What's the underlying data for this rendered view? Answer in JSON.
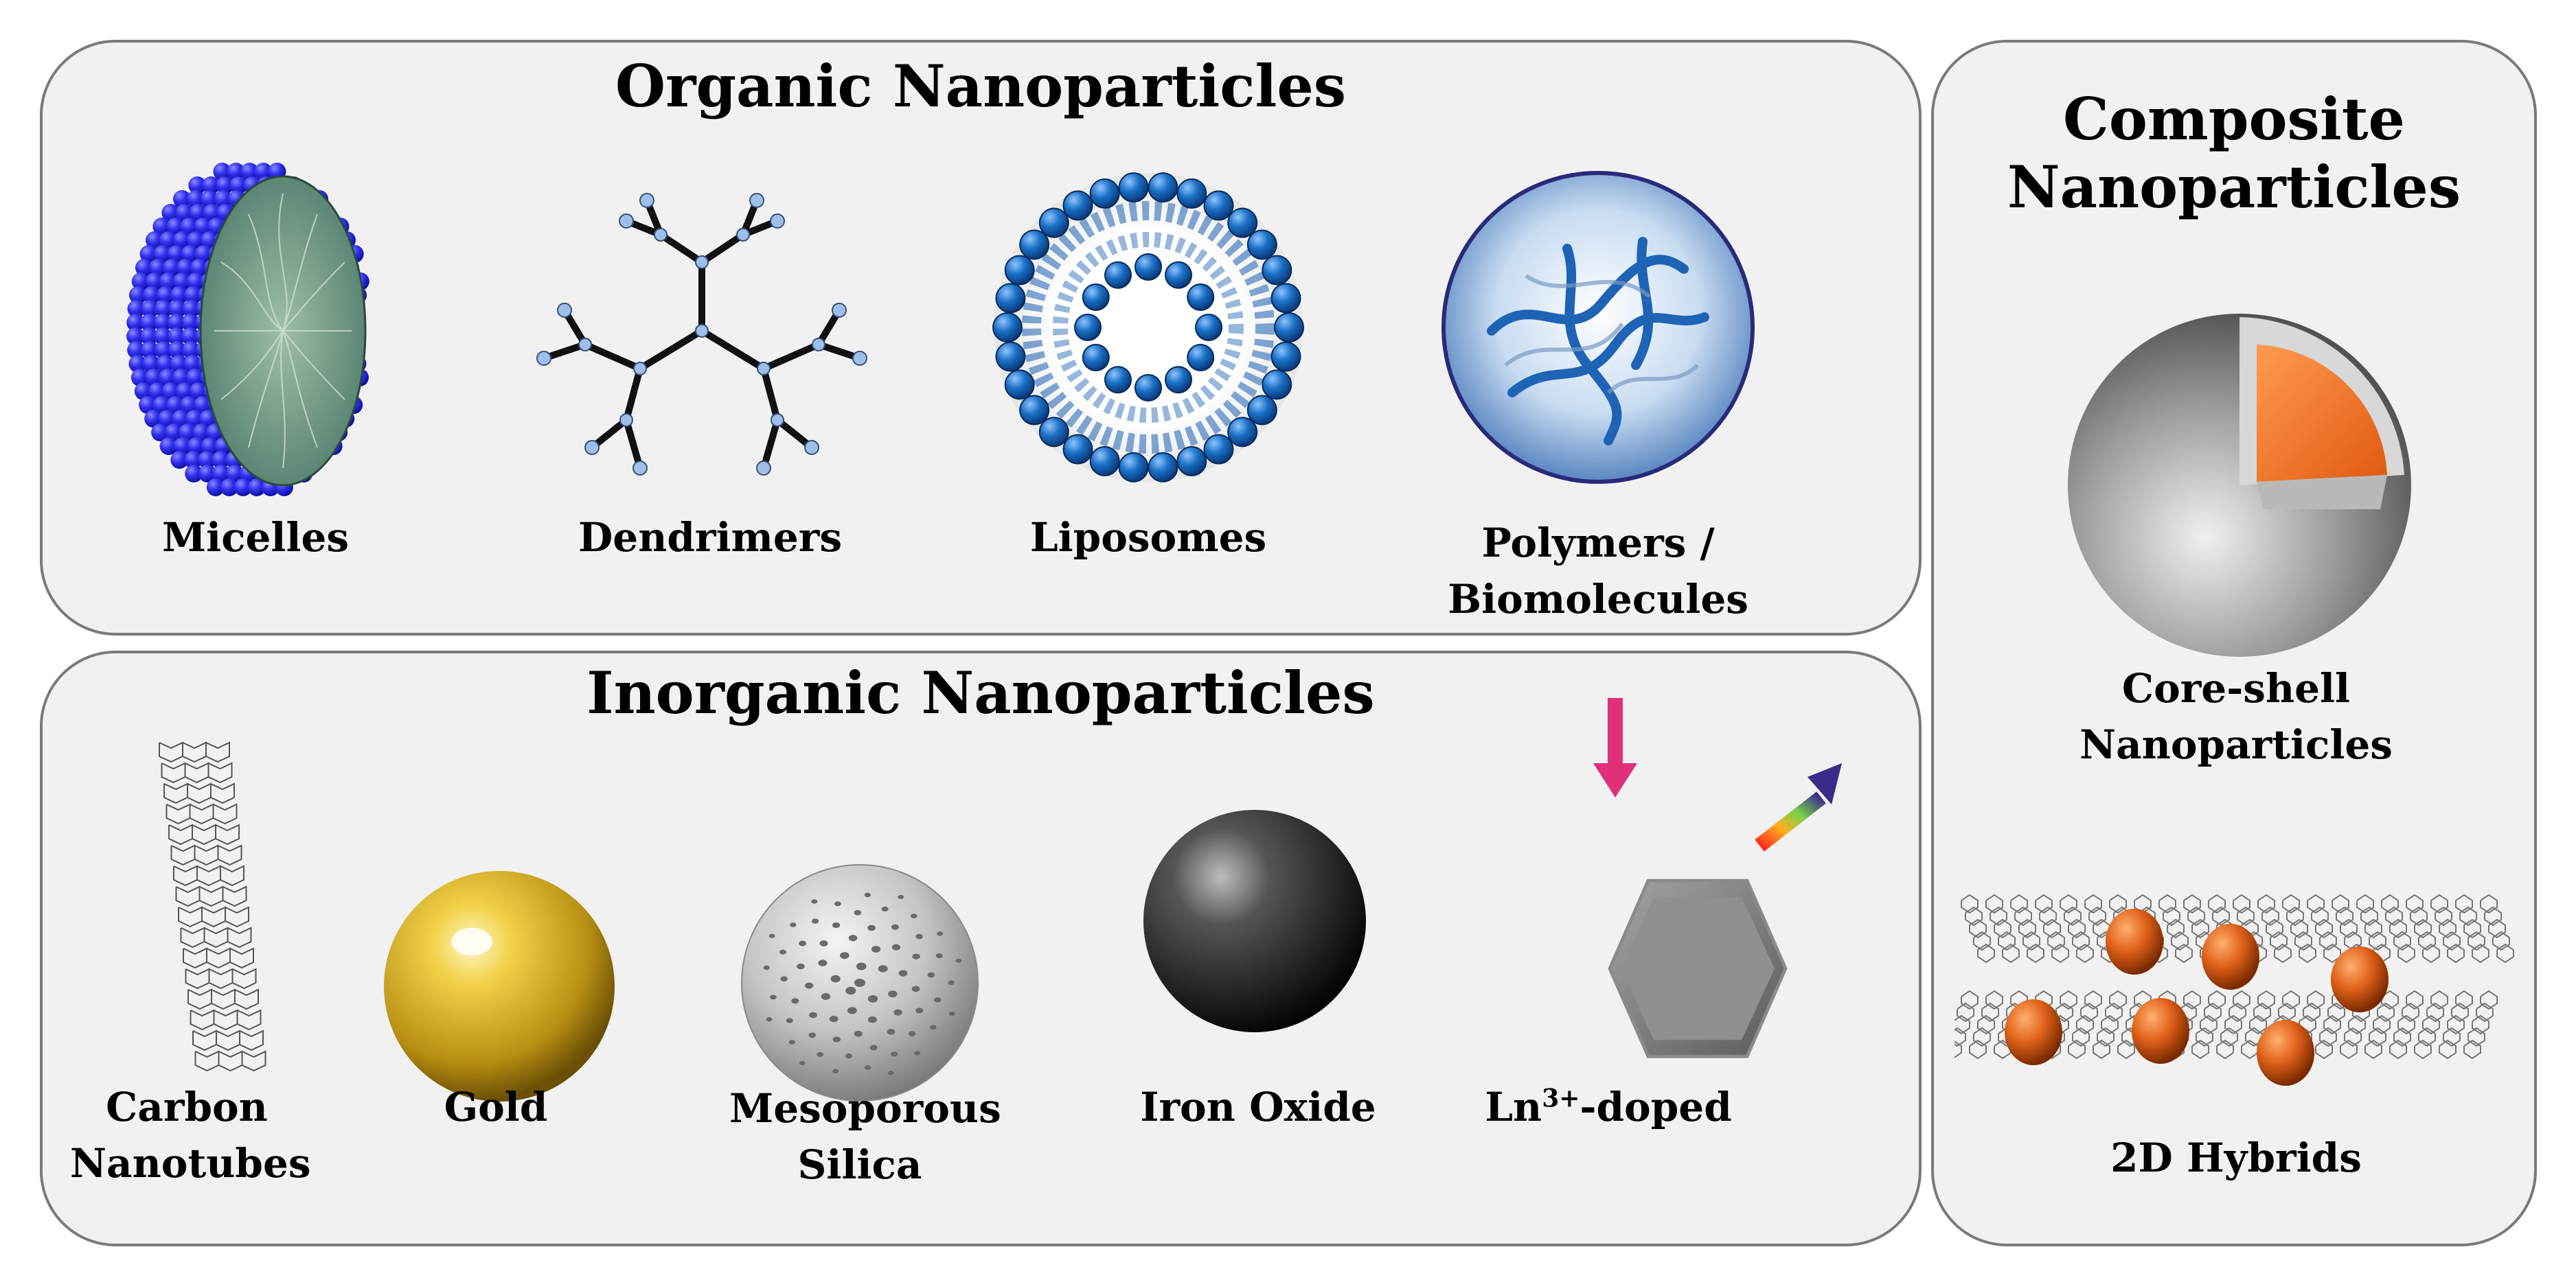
{
  "organic": {
    "title": "Organic Nanoparticles",
    "items": [
      {
        "label": "Micelles"
      },
      {
        "label": "Dendrimers"
      },
      {
        "label": "Liposomes"
      },
      {
        "label_line1": "Polymers /",
        "label_line2": "Biomolecules"
      }
    ]
  },
  "inorganic": {
    "title": "Inorganic Nanoparticles",
    "items": [
      {
        "label_line1": "Carbon",
        "label_line2": "Nanotubes"
      },
      {
        "label": "Gold"
      },
      {
        "label_line1": "Mesoporous",
        "label_line2": "Silica"
      },
      {
        "label": "Iron Oxide"
      },
      {
        "label_prefix": "Ln",
        "label_sup": "3+",
        "label_suffix": "-doped"
      }
    ]
  },
  "composite": {
    "title_line1": "Composite",
    "title_line2": "Nanoparticles",
    "items": [
      {
        "label_line1": "Core-shell",
        "label_line2": "Nanoparticles"
      },
      {
        "label": "2D Hybrids"
      }
    ]
  },
  "colors": {
    "panel_fill": "#f1f1f1",
    "panel_border": "#7a7a7a",
    "micelle_blue": "#2a2ae8",
    "liposome_blue": "#1a6fc4",
    "gold": "#d9b330",
    "core_orange": "#f07a30",
    "arrow_pink": "#e0307a"
  }
}
